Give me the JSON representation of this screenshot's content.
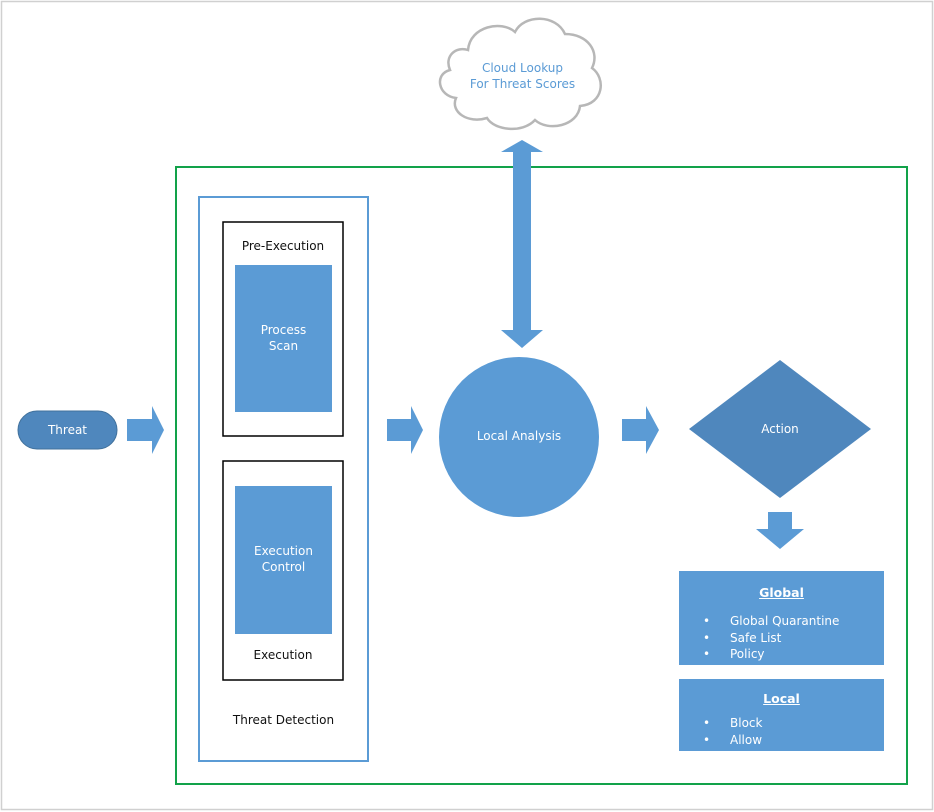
{
  "threat_node": {
    "label": "Threat"
  },
  "cloud": {
    "label": "Cloud Lookup\nFor Threat Scores"
  },
  "threat_detection": {
    "label": "Threat Detection",
    "pre_execution": {
      "label": "Pre-Execution",
      "inner_label": "Process\nScan"
    },
    "execution": {
      "label": "Execution",
      "inner_label": "Execution\nControl"
    }
  },
  "local_analysis": {
    "label": "Local Analysis"
  },
  "action": {
    "label": "Action"
  },
  "outcomes": {
    "global": {
      "title": "Global",
      "items": [
        "Global Quarantine",
        "Safe List",
        "Policy"
      ]
    },
    "local": {
      "title": "Local",
      "items": [
        "Block",
        "Allow"
      ]
    }
  },
  "colors": {
    "shape_fill": "#5b9bd5",
    "dark_fill": "#4f87bd",
    "green_border": "#12a24a",
    "blue_border": "#5b9bd5",
    "cloud_outline": "#b7b7b7"
  }
}
